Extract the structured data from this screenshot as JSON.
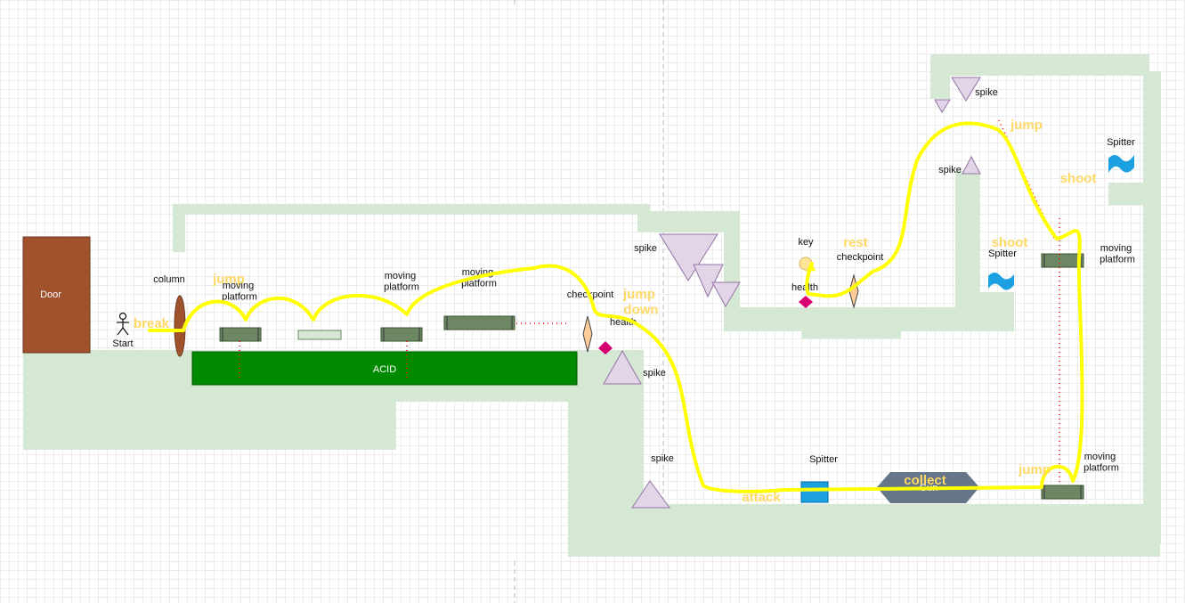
{
  "colors": {
    "terrain": "#d5e8d4",
    "door": "#a0522d",
    "door_border": "#6d3a1e",
    "acid": "#008a00",
    "platform": "#6d8764",
    "platform_light": "#d5e8d4",
    "spike_fill": "#e1d5e7",
    "spike_stroke": "#9673a6",
    "health": "#d80073",
    "checkpoint": "#ffcc99",
    "key": "#ffe599",
    "spitter": "#1ba1e2",
    "gun": "#647687",
    "path": "#ffff00",
    "action_text": "#ffd966",
    "guide": "#ff0000"
  },
  "labels": {
    "door": "Door",
    "start": "Start",
    "column": "column",
    "acid": "ACID",
    "moving_platform_1": "moving platform",
    "moving_platform_2": "moving platform",
    "moving_platform_3": "moving platform",
    "moving_platform_4": "moving platform",
    "moving_platform_5": "moving platform",
    "checkpoint_1": "checkpoint",
    "checkpoint_2": "checkpoint",
    "health_1": "health",
    "health_2": "health",
    "spike_1": "spike",
    "spike_2": "spike",
    "spike_3": "spike",
    "spike_4": "spike",
    "spike_5": "spike",
    "key": "key",
    "spitter_1": "Spitter",
    "spitter_2": "Spitter",
    "spitter_3": "Spitter",
    "gun": "Gun"
  },
  "actions": {
    "break": "break",
    "jump_1": "jump",
    "jump_down": "jump down",
    "rest": "rest",
    "jump_2": "jump",
    "shoot_1": "shoot",
    "shoot_2": "shoot",
    "attack": "attack",
    "collect": "collect",
    "jump_3": "jump"
  }
}
